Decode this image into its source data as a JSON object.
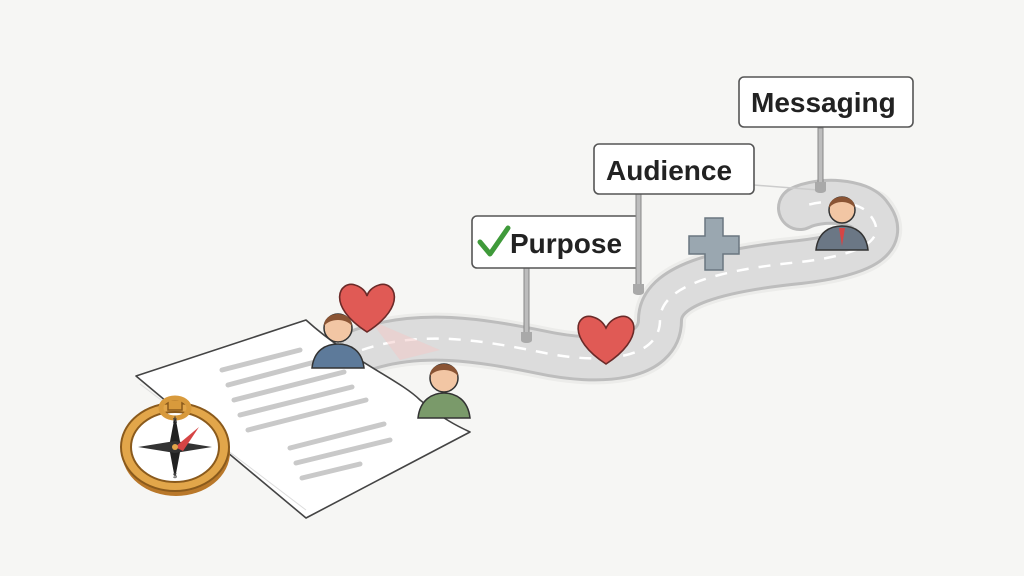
{
  "signs": {
    "purpose": "Purpose",
    "audience": "Audience",
    "messaging": "Messaging"
  },
  "compass": {
    "marks": {
      "n": "N",
      "s": "S"
    }
  },
  "colors": {
    "background": "#f6f6f4",
    "road": "#dcdcdc",
    "heart": "#e05a55",
    "check": "#3f9a3a",
    "plus": "#9aa7b0",
    "compass_brass": "#d89a3c"
  },
  "icons": [
    "check-icon",
    "heart-icon",
    "plus-icon",
    "compass-icon",
    "person-icon",
    "document-icon"
  ]
}
